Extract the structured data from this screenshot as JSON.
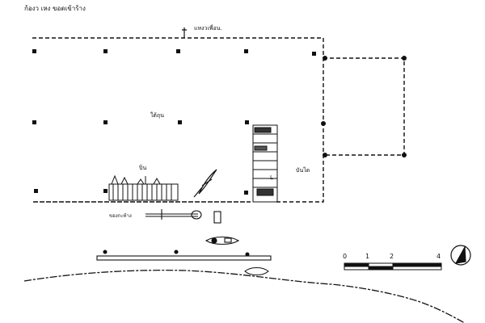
{
  "title": "ก้องว เหง ขอดเข้าร้าง",
  "labels": {
    "gate": "แหงวเพื่อน.",
    "under_house": "ใต้ถุน",
    "fish_trap": "ปิ่น",
    "stairs": "บันได",
    "boat_area": "ของกะท้าง"
  },
  "scale_bar": {
    "ticks": [
      "0",
      "1",
      "2",
      "4"
    ]
  },
  "colors": {
    "ink": "#111111",
    "paper": "#ffffff"
  },
  "icons": {
    "north": "north-arrow-icon"
  }
}
